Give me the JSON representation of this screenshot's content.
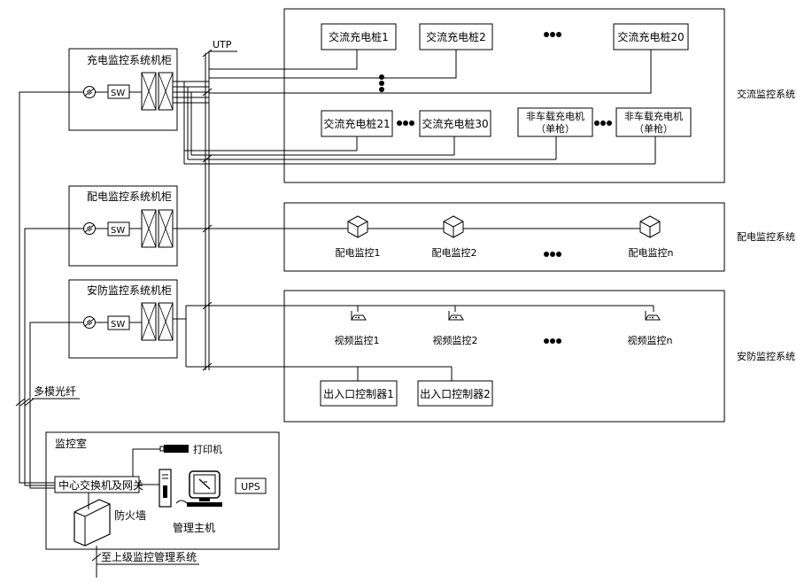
{
  "cabinets": {
    "charging": "充电监控系统机柜",
    "distribution": "配电监控系统机柜",
    "security": "安防监控系统机柜",
    "switch_label": "SW"
  },
  "cable_labels": {
    "utp": "UTP",
    "fiber": "多模光纤"
  },
  "charging_system": {
    "title": "交流监控系统",
    "row1": [
      "交流充电桩1",
      "交流充电桩2",
      "交流充电桩20"
    ],
    "row2": [
      "交流充电桩21",
      "交流充电桩30"
    ],
    "non_vehicle": [
      {
        "line1": "非车载充电机",
        "line2": "（单枪）"
      },
      {
        "line1": "非车载充电机",
        "line2": "（单枪）"
      }
    ]
  },
  "distribution_system": {
    "title": "配电监控系统",
    "nodes": [
      "配电监控1",
      "配电监控2",
      "配电监控n"
    ]
  },
  "security_system": {
    "title": "安防监控系统",
    "cameras": [
      "视频监控1",
      "视频监控2",
      "视频监控n"
    ],
    "controllers": [
      "出入口控制器1",
      "出入口控制器2"
    ]
  },
  "control_room": {
    "title": "监控室",
    "printer": "打印机",
    "central_switch": "中心交换机及网关",
    "ups": "UPS",
    "firewall": "防火墙",
    "host": "管理主机",
    "uplink": "至上级监控管理系统"
  }
}
